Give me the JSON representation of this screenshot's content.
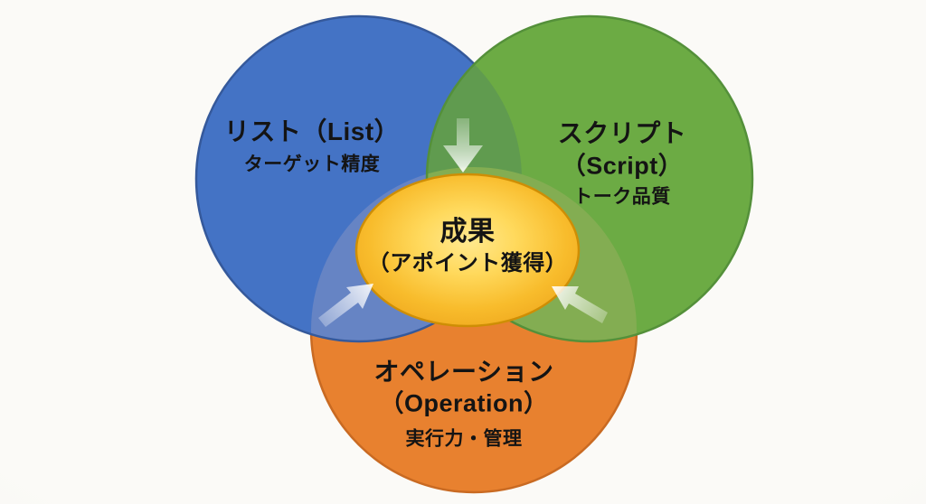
{
  "background": "#F8F7F4",
  "diagram": {
    "type": "venn-3-circle",
    "list_circle": {
      "title": "リスト（List）",
      "subtitle": "ターゲット精度",
      "color": "#4473C5",
      "stroke": "#35599B"
    },
    "script_circle": {
      "title": "スクリプト",
      "title2": "（Script）",
      "subtitle": "トーク品質",
      "color": "#6CAB44",
      "stroke": "#54903A"
    },
    "operation_circle": {
      "title": "オペレーション",
      "title2": "（Operation）",
      "subtitle": "実行力・管理",
      "color": "#E8812F",
      "stroke": "#C96A22"
    },
    "result_ellipse": {
      "title": "成果",
      "subtitle": "（アポイント獲得）",
      "fill_center": "#FFE98F",
      "fill_edge": "#EFA81E",
      "border": "#CE8E05"
    },
    "overlap_colors": {
      "list_script": "#609B4F",
      "list_operation": "#6684C4",
      "script_operation": "#83AD52"
    },
    "arrows": {
      "top": "down-arrow",
      "bottom_left": "up-right-arrow",
      "bottom_right": "up-left-arrow",
      "color": "#FFFFFF"
    }
  }
}
